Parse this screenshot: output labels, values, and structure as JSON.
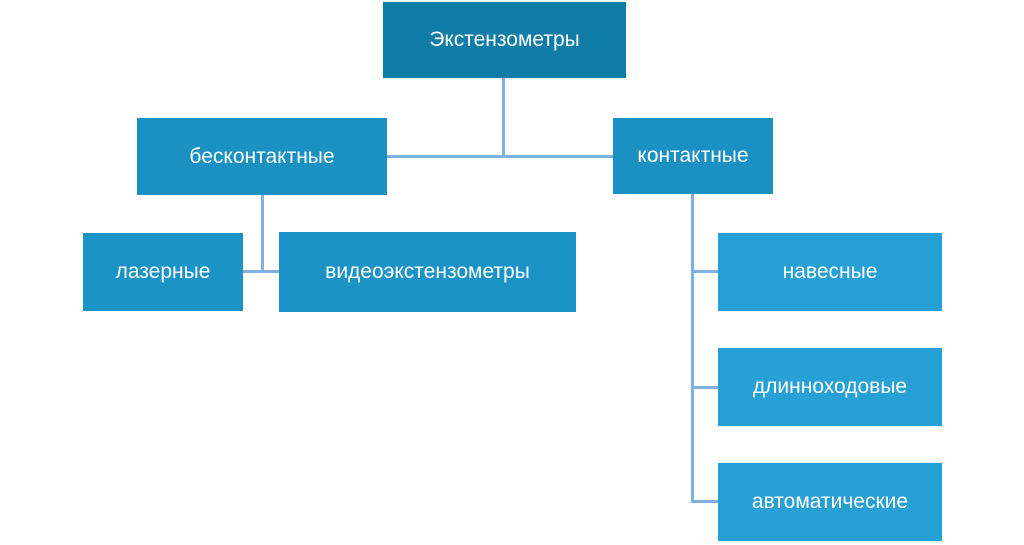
{
  "diagram": {
    "type": "hierarchy",
    "title": "Экстензометры"
  },
  "nodes": {
    "root": {
      "label": "Экстензометры",
      "level": 1
    },
    "noncontact": {
      "label": "бесконтактные",
      "level": 2,
      "parent": "root"
    },
    "contact": {
      "label": "контактные",
      "level": 2,
      "parent": "root"
    },
    "laser": {
      "label": "лазерные",
      "level": 3,
      "parent": "noncontact"
    },
    "video": {
      "label": "видеоэкстензометры",
      "level": 3,
      "parent": "noncontact"
    },
    "clip_on": {
      "label": "навесные",
      "level": 3,
      "parent": "contact"
    },
    "longtravel": {
      "label": "длинноходовые",
      "level": 3,
      "parent": "contact"
    },
    "automatic": {
      "label": "автоматические",
      "level": 3,
      "parent": "contact"
    }
  },
  "colors": {
    "level1_fill": "#127CA9",
    "level2_fill": "#1A90C3",
    "level3_left_fill": "#1B93C6",
    "level3_right_fill": "#26A0D5",
    "connector": "#7EB1E0",
    "text": "#FFFFFF",
    "background": "#FFFFFF"
  }
}
